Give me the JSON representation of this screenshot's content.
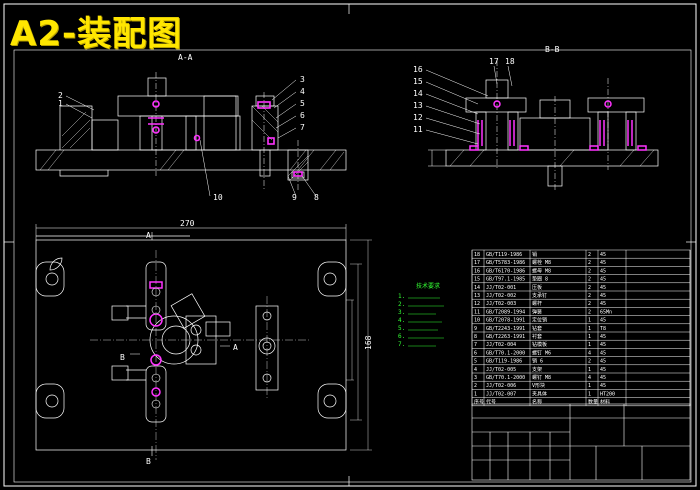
{
  "title": "A2-装配图",
  "view_aa": "A-A",
  "view_bb": "B-B",
  "aa_callouts_left": [
    "2",
    "1"
  ],
  "aa_callouts_right": [
    "3",
    "4",
    "5",
    "6",
    "7"
  ],
  "aa_callouts_bottom": [
    "10",
    "9",
    "8"
  ],
  "bb_callouts_top": [
    "17",
    "18"
  ],
  "bb_callouts_left": [
    "16",
    "15",
    "14",
    "13",
    "12",
    "11"
  ],
  "dim_top": "270",
  "dim_a": "A",
  "dim_right": "168",
  "dim_b": "B",
  "notes_heading": "技术要求",
  "notes": [
    "1.",
    "2.",
    "3.",
    "4.",
    "5.",
    "6.",
    "7."
  ],
  "parts_rows": [
    [
      "18",
      "GB/T119-1986",
      "销",
      "2",
      "45"
    ],
    [
      "17",
      "GB/T5783-1986",
      "螺栓 M8",
      "2",
      "45"
    ],
    [
      "16",
      "GB/T6170-1986",
      "螺母 M8",
      "2",
      "45"
    ],
    [
      "15",
      "GB/T97.1-1985",
      "垫圈 8",
      "2",
      "45"
    ],
    [
      "14",
      "JJ/T02-001",
      "压板",
      "2",
      "45"
    ],
    [
      "13",
      "JJ/T02-002",
      "支承钉",
      "2",
      "45"
    ],
    [
      "12",
      "JJ/T02-003",
      "螺杆",
      "2",
      "45"
    ],
    [
      "11",
      "GB/T2089-1994",
      "弹簧",
      "2",
      "65Mn"
    ],
    [
      "10",
      "GB/T2078-1991",
      "定位销",
      "1",
      "45"
    ],
    [
      "9",
      "GB/T2243-1991",
      "钻套",
      "1",
      "T8"
    ],
    [
      "8",
      "GB/T2263-1991",
      "衬套",
      "1",
      "45"
    ],
    [
      "7",
      "JJ/T02-004",
      "钻模板",
      "1",
      "45"
    ],
    [
      "6",
      "GB/T70.1-2000",
      "螺钉 M6",
      "4",
      "45"
    ],
    [
      "5",
      "GB/T119-1986",
      "销 6",
      "2",
      "45"
    ],
    [
      "4",
      "JJ/T02-005",
      "支架",
      "1",
      "45"
    ],
    [
      "3",
      "GB/T70.1-2000",
      "螺钉 M8",
      "4",
      "45"
    ],
    [
      "2",
      "JJ/T02-006",
      "V形块",
      "1",
      "45"
    ],
    [
      "1",
      "JJ/T02-007",
      "夹具体",
      "1",
      "HT200"
    ]
  ],
  "parts_header": [
    "序号",
    "代号",
    "名称",
    "数量",
    "材料"
  ],
  "colors": {
    "line": "#ffffff",
    "accent": "#ff33ff",
    "note": "#33ff33",
    "title": "#ffe600",
    "bg": "#000000"
  }
}
